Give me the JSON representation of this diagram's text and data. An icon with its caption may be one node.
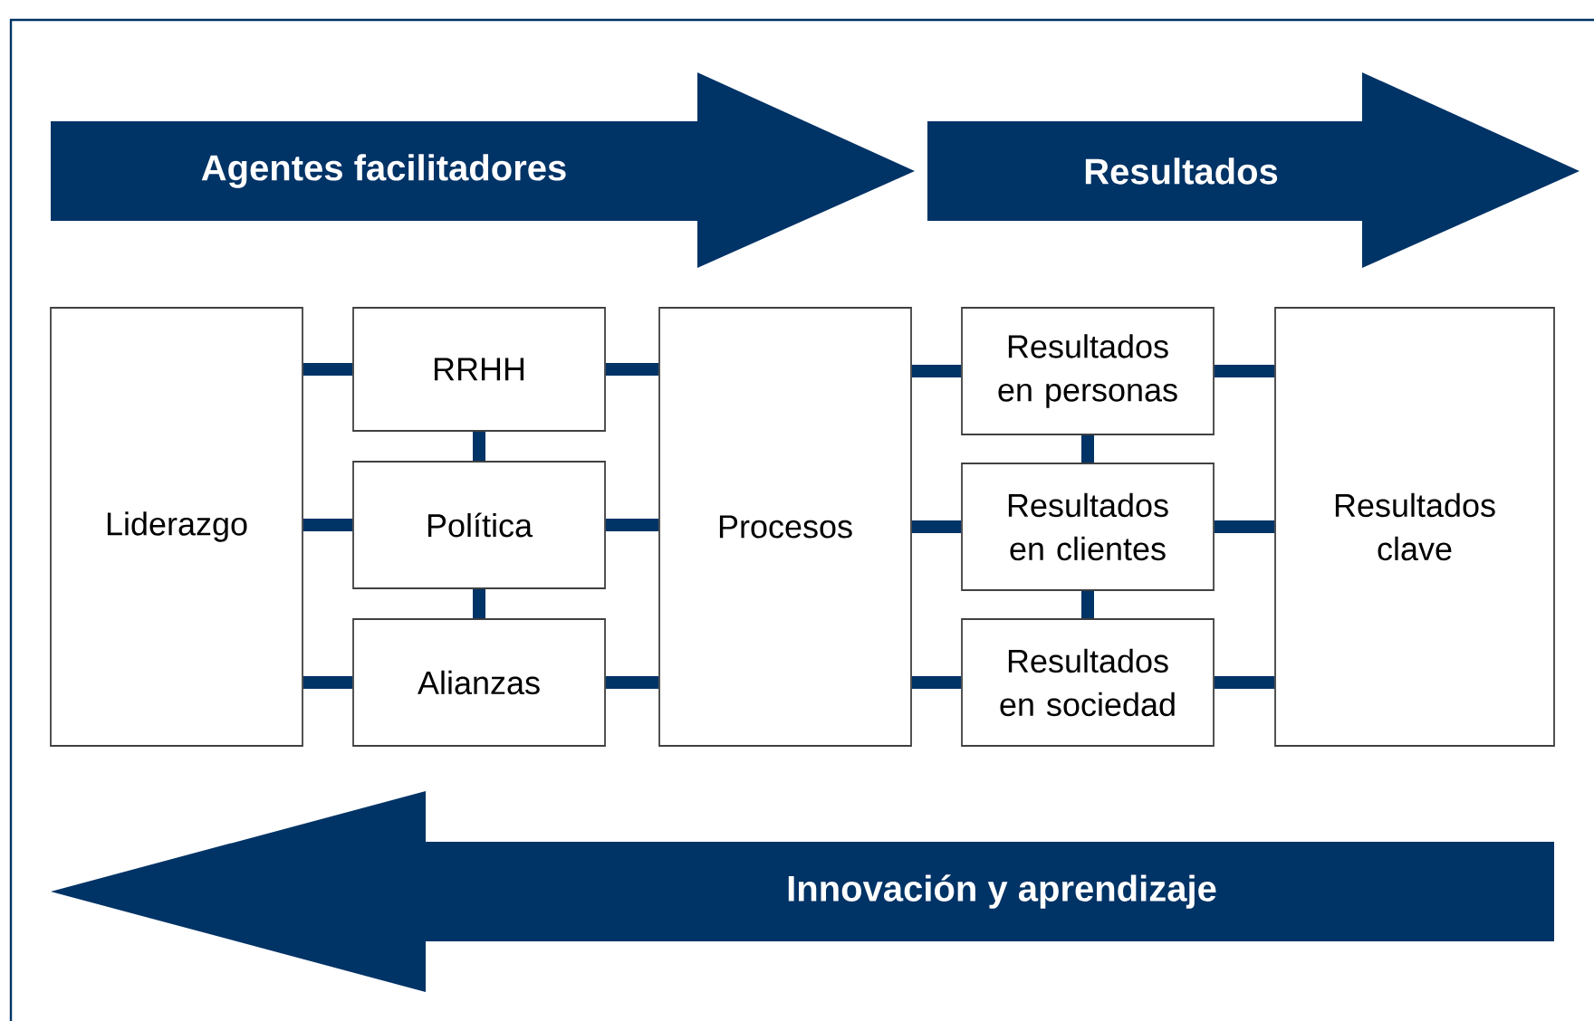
{
  "diagram": {
    "nodes": [
      {
        "text": [
          "Agentes facilitadores"
        ]
      },
      {
        "text": [
          "Resultados"
        ]
      },
      {
        "text": [
          "Liderazgo"
        ]
      },
      {
        "text": [
          "RRHH"
        ]
      },
      {
        "text": [
          "Política"
        ]
      },
      {
        "text": [
          "Alianzas"
        ]
      },
      {
        "text": [
          "Procesos"
        ]
      },
      {
        "text": [
          "Resultados en personas"
        ]
      },
      {
        "text": [
          "Resultados en clientes"
        ]
      },
      {
        "text": [
          "Resultados en sociedad"
        ]
      },
      {
        "text": [
          "Resultados clave"
        ]
      },
      {
        "text": [
          "Innovación y aprendizaje"
        ]
      }
    ],
    "edges": [
      {
        "from": 2,
        "to": 3,
        "arrow": "none"
      },
      {
        "from": 2,
        "to": 4,
        "arrow": "none"
      },
      {
        "from": 2,
        "to": 5,
        "arrow": "none"
      },
      {
        "from": 3,
        "to": 4,
        "arrow": "none"
      },
      {
        "from": 4,
        "to": 5,
        "arrow": "none"
      },
      {
        "from": 3,
        "to": 6,
        "arrow": "none"
      },
      {
        "from": 4,
        "to": 6,
        "arrow": "none"
      },
      {
        "from": 5,
        "to": 6,
        "arrow": "none"
      },
      {
        "from": 6,
        "to": 7,
        "arrow": "none"
      },
      {
        "from": 6,
        "to": 8,
        "arrow": "none"
      },
      {
        "from": 6,
        "to": 9,
        "arrow": "none"
      },
      {
        "from": 7,
        "to": 8,
        "arrow": "none"
      },
      {
        "from": 8,
        "to": 9,
        "arrow": "none"
      },
      {
        "from": 7,
        "to": 10,
        "arrow": "none"
      },
      {
        "from": 8,
        "to": 10,
        "arrow": "none"
      },
      {
        "from": 9,
        "to": 10,
        "arrow": "none"
      }
    ]
  }
}
